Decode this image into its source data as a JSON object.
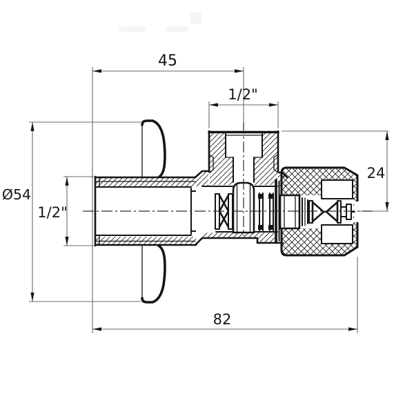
{
  "drawing": {
    "title": "angle valve cross-section technical drawing",
    "background": "#ffffff",
    "line_color": "#141414",
    "dim_line_color": "#6a6a6a",
    "centerline_color": "#2b2b2b",
    "hatch_color": "#1c1c1c",
    "watermark_color": "#f5f5f5",
    "dimensions": {
      "inlet_to_port_axis": {
        "value": "45"
      },
      "top_thread": {
        "value": "1/2\""
      },
      "outlet_axis_to_port_face": {
        "value": "24"
      },
      "handle_diameter": {
        "value": "Ø54"
      },
      "inlet_thread": {
        "value": "1/2\""
      },
      "overall_length": {
        "value": "82"
      }
    }
  }
}
